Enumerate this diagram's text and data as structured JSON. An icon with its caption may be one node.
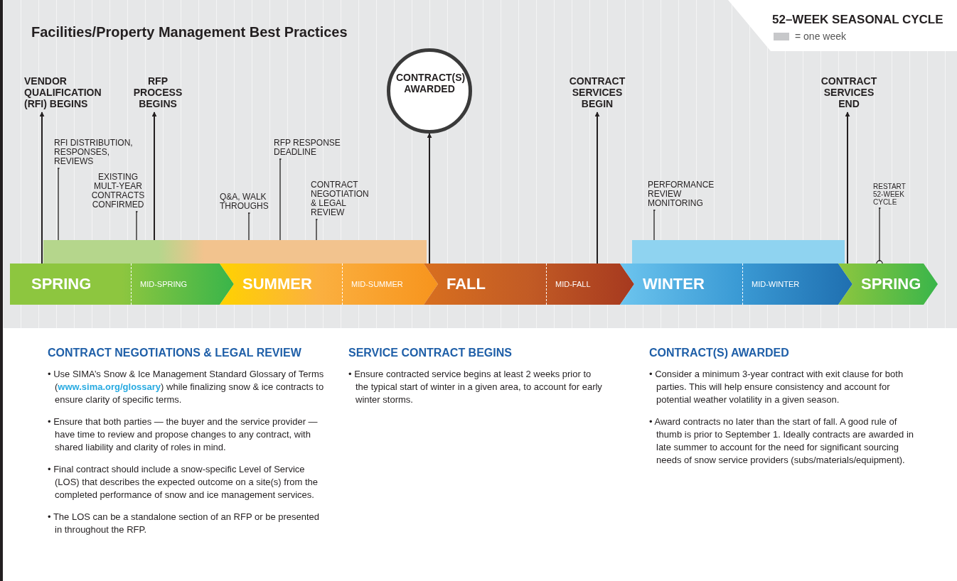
{
  "diagram": {
    "title": "Facilities/Property Management Best Practices",
    "nodes": [
      {
        "text": [
          "VENDOR QUALIFICATION (RFI) BEGINS"
        ]
      },
      {
        "text": [
          "RFP PROCESS BEGINS"
        ]
      },
      {
        "text": [
          "CONTRACT(S) AWARDED"
        ]
      },
      {
        "text": [
          "CONTRACT SERVICES BEGIN"
        ]
      },
      {
        "text": [
          "CONTRACT SERVICES END"
        ]
      },
      {
        "text": [
          "RFI DISTRIBUTION, RESPONSES, REVIEWS"
        ]
      },
      {
        "text": [
          "EXISTING MULT-YEAR CONTRACTS CONFIRMED"
        ]
      },
      {
        "text": [
          "Q&A, WALK THROUGHS"
        ]
      },
      {
        "text": [
          "RFP RESPONSE DEADLINE"
        ]
      },
      {
        "text": [
          "CONTRACT NEGOTIATION & LEGAL REVIEW"
        ]
      },
      {
        "text": [
          "PERFORMANCE REVIEW MONITORING"
        ]
      },
      {
        "text": [
          "RESTART 52-WEEK CYCLE"
        ]
      },
      {
        "text": [
          "SPRING",
          "MID-SPRING"
        ]
      },
      {
        "text": [
          "SUMMER",
          "MID-SUMMER"
        ]
      },
      {
        "text": [
          "FALL",
          "MID-FALL"
        ]
      },
      {
        "text": [
          "WINTER",
          "MID-WINTER"
        ]
      },
      {
        "text": [
          "SPRING"
        ]
      },
      {
        "text": [],
        "shape": "bar"
      },
      {
        "text": [],
        "shape": "bar"
      }
    ],
    "edges": [
      {
        "from": 12,
        "to": 0,
        "arrow": "to"
      },
      {
        "from": 17,
        "to": 1,
        "arrow": "to"
      },
      {
        "from": 14,
        "to": 2,
        "arrow": "to"
      },
      {
        "from": 14,
        "to": 3,
        "arrow": "to"
      },
      {
        "from": 15,
        "to": 4,
        "arrow": "to"
      },
      {
        "from": 5,
        "to": 17,
        "arrow": "other"
      },
      {
        "from": 6,
        "to": 17,
        "arrow": "other"
      },
      {
        "from": 7,
        "to": 17,
        "arrow": "other"
      },
      {
        "from": 8,
        "to": 17,
        "arrow": "other"
      },
      {
        "from": 9,
        "to": 17,
        "arrow": "other"
      },
      {
        "from": 10,
        "to": 18,
        "arrow": "other"
      },
      {
        "from": 11,
        "to": 16,
        "arrow": "other"
      }
    ],
    "labels": [
      "52–WEEK SEASONAL CYCLE",
      "CONTRACT NEGOTIATIONS & LEGAL REVIEW",
      "• Use SIMA’s Snow & Ice Management Standard Glossary of Terms (**www.sima.org/glossary**) while finalizing snow & ice contracts to ensure clarity of specific terms.",
      "• Ensure that both parties — the buyer and the service provider — have time to review and propose changes to any contract, with shared liability and clarity of roles in mind.",
      "• Final contract should include a snow-specific Level of Service (LOS) that describes the expected outcome on a site(s) from the completed performance of snow and ice management services.",
      "• The LOS can be a standalone section of an RFP or be presented in throughout the RFP.",
      "SERVICE CONTRACT BEGINS",
      "• Ensure contracted service begins at least 2 weeks prior to the typical start of winter in a given area, to account for early winter storms.",
      "CONTRACT(S) AWARDED",
      "• Consider a minimum 3-year contract with exit clause for both parties. This will help ensure consistency and account for potential weather volatility in a given season.",
      "• Award contracts no later than the start of fall. A good rule of thumb is prior to September 1. Ideally contracts are awarded in late summer to account for the need for significant sourcing needs of snow service providers (subs/materials/equipment)."
    ],
    "legend": [
      {
        "text": "= one week",
        "color": "#c7c8ca"
      }
    ]
  }
}
